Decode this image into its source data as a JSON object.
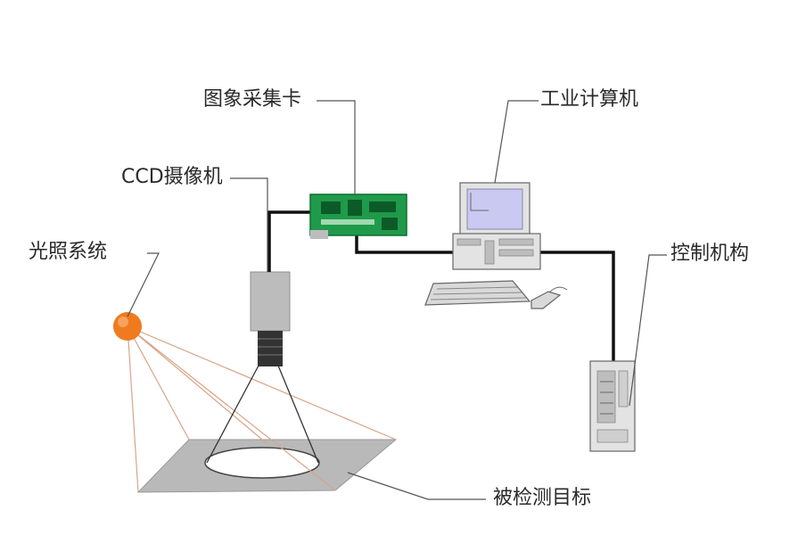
{
  "labels": {
    "image_capture_card": "图象采集卡",
    "industrial_computer": "工业计算机",
    "ccd_camera": "CCD摄像机",
    "lighting_system": "光照系统",
    "control_mechanism": "控制机构",
    "inspected_target": "被检测目标"
  },
  "colors": {
    "cable": "#111111",
    "leader": "#555555",
    "light_source": "#f07a1e",
    "light_rays": "#d8a488",
    "target_plate": "#b9b9b9",
    "camera_body": "#bcbcbc",
    "camera_lens": "#333333",
    "capture_card": "#1f9a4a",
    "computer_beige": "#e3e3e3",
    "monitor_screen": "#c9c9f2"
  }
}
